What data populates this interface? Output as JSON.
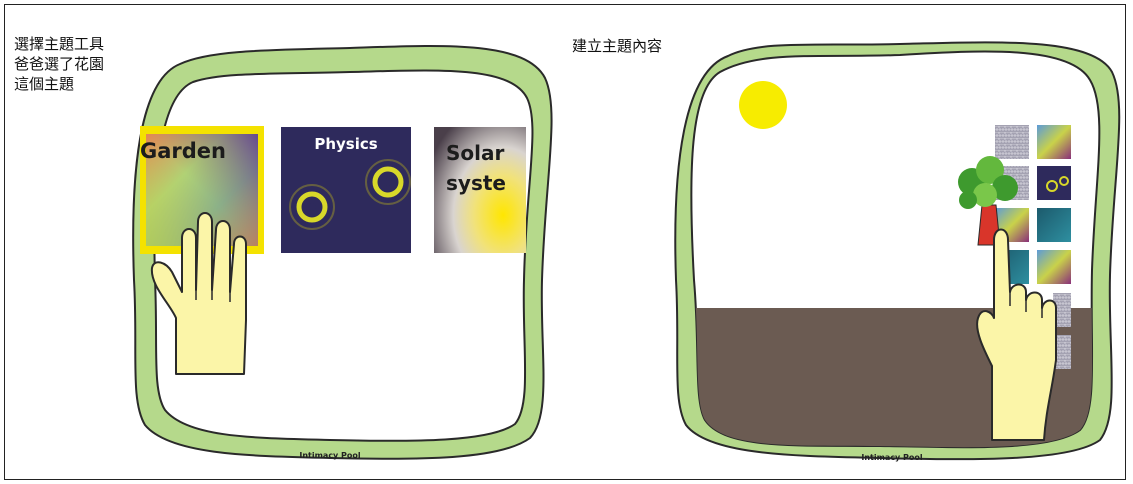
{
  "left_panel": {
    "note_lines": [
      "選擇主題工具",
      "爸爸選了花園",
      "這個主題"
    ],
    "cards": [
      {
        "label": "Garden",
        "state": "selected"
      },
      {
        "label": "Physics",
        "state": "normal"
      },
      {
        "label_lines": [
          "Solar",
          "syste"
        ],
        "state": "normal"
      }
    ],
    "pool_label": "Intimacy Pool"
  },
  "right_panel": {
    "note_lines": [
      "建立主題內容"
    ],
    "pool_label": "Intimacy Pool"
  },
  "colors": {
    "frame_green": "#b5d98b",
    "frame_outline": "#2a2a2a",
    "selection_yellow": "#f4e200",
    "card_navy": "#2e2a5c",
    "sun": "#f7ec00",
    "ground": "#6b5b52",
    "hand": "#fbf5a8"
  }
}
